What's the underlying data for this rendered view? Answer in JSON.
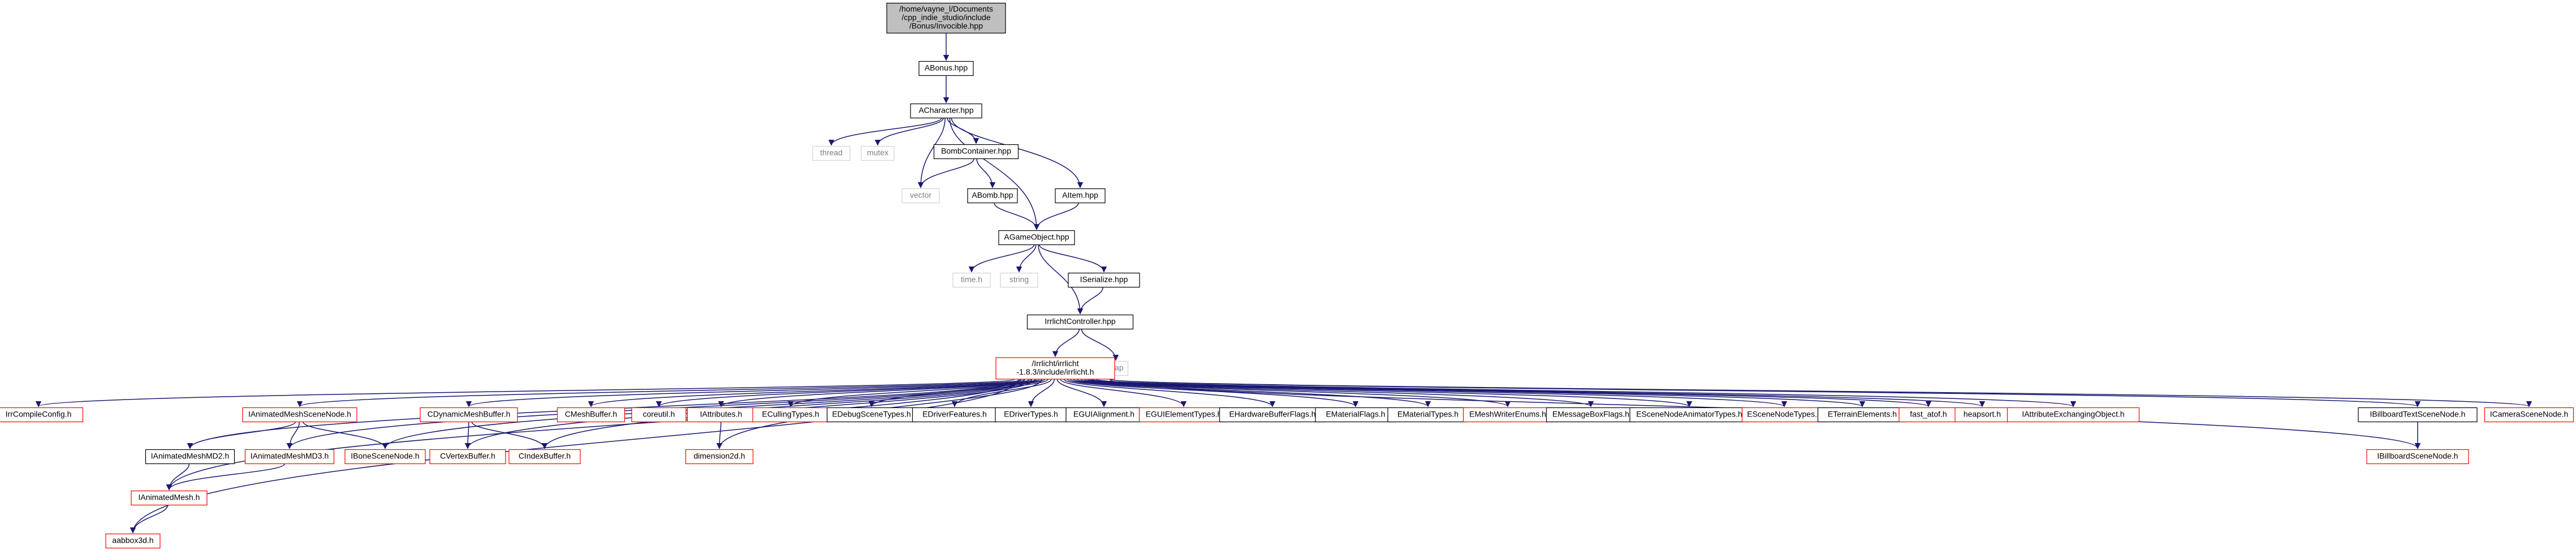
{
  "colors": {
    "edge": "#191970",
    "root_fill": "#bfbfbf",
    "box_border": "#000000",
    "missing_border": "#d3d3d3",
    "missing_text": "#7f7f7f",
    "red_border": "#ff0000",
    "text": "#000000"
  },
  "nodes": [
    {
      "id": "root",
      "lines": [
        "/home/vayne_l/Documents",
        "/cpp_indie_studio/include",
        "/Bonus/Invocible.hpp"
      ],
      "style": "root"
    },
    {
      "id": "abonus",
      "lines": [
        "ABonus.hpp"
      ],
      "style": "box"
    },
    {
      "id": "acharacter",
      "lines": [
        "ACharacter.hpp"
      ],
      "style": "box"
    },
    {
      "id": "thread",
      "lines": [
        "thread"
      ],
      "style": "missing"
    },
    {
      "id": "mutex",
      "lines": [
        "mutex"
      ],
      "style": "missing"
    },
    {
      "id": "bombcontainer",
      "lines": [
        "BombContainer.hpp"
      ],
      "style": "box"
    },
    {
      "id": "vector",
      "lines": [
        "vector"
      ],
      "style": "missing"
    },
    {
      "id": "abomb",
      "lines": [
        "ABomb.hpp"
      ],
      "style": "box"
    },
    {
      "id": "aitem",
      "lines": [
        "AItem.hpp"
      ],
      "style": "box"
    },
    {
      "id": "agameobject",
      "lines": [
        "AGameObject.hpp"
      ],
      "style": "box"
    },
    {
      "id": "timeh",
      "lines": [
        "time.h"
      ],
      "style": "missing"
    },
    {
      "id": "string",
      "lines": [
        "string"
      ],
      "style": "missing"
    },
    {
      "id": "iserialize",
      "lines": [
        "ISerialize.hpp"
      ],
      "style": "box"
    },
    {
      "id": "irrlichtcontroller",
      "lines": [
        "IrrlichtController.hpp"
      ],
      "style": "box"
    },
    {
      "id": "map",
      "lines": [
        "map"
      ],
      "style": "missing"
    },
    {
      "id": "irrlicht",
      "lines": [
        "/Irrlicht/irrlicht",
        "-1.8.3/include/irrlicht.h"
      ],
      "style": "red"
    },
    {
      "id": "irrcompileconfig",
      "lines": [
        "IrrCompileConfig.h"
      ],
      "style": "red"
    },
    {
      "id": "ianimatedmeshscenenode",
      "lines": [
        "IAnimatedMeshSceneNode.h"
      ],
      "style": "red"
    },
    {
      "id": "cdynamicmeshbuffer",
      "lines": [
        "CDynamicMeshBuffer.h"
      ],
      "style": "red"
    },
    {
      "id": "cmeshbuffer",
      "lines": [
        "CMeshBuffer.h"
      ],
      "style": "red"
    },
    {
      "id": "coreutil",
      "lines": [
        "coreutil.h"
      ],
      "style": "red"
    },
    {
      "id": "iattributes",
      "lines": [
        "IAttributes.h"
      ],
      "style": "red"
    },
    {
      "id": "ecullingtypes",
      "lines": [
        "ECullingTypes.h"
      ],
      "style": "red"
    },
    {
      "id": "edebugscenetypes",
      "lines": [
        "EDebugSceneTypes.h"
      ],
      "style": "box"
    },
    {
      "id": "edriverfeatures",
      "lines": [
        "EDriverFeatures.h"
      ],
      "style": "box"
    },
    {
      "id": "edrivertypes",
      "lines": [
        "EDriverTypes.h"
      ],
      "style": "box"
    },
    {
      "id": "eguialignment",
      "lines": [
        "EGUIAlignment.h"
      ],
      "style": "box"
    },
    {
      "id": "eguielementtypes",
      "lines": [
        "EGUIElementTypes.h"
      ],
      "style": "red"
    },
    {
      "id": "ehardwarebufferflags",
      "lines": [
        "EHardwareBufferFlags.h"
      ],
      "style": "box"
    },
    {
      "id": "ematerialflags",
      "lines": [
        "EMaterialFlags.h"
      ],
      "style": "box"
    },
    {
      "id": "ematerialtypes",
      "lines": [
        "EMaterialTypes.h"
      ],
      "style": "box"
    },
    {
      "id": "emeshwriterenums",
      "lines": [
        "EMeshWriterEnums.h"
      ],
      "style": "red"
    },
    {
      "id": "emessageboxflags",
      "lines": [
        "EMessageBoxFlags.h"
      ],
      "style": "box"
    },
    {
      "id": "escenenodeanimatortypes",
      "lines": [
        "ESceneNodeAnimatorTypes.h"
      ],
      "style": "box"
    },
    {
      "id": "escenenodetypes",
      "lines": [
        "ESceneNodeTypes.h"
      ],
      "style": "red"
    },
    {
      "id": "eterrainelements",
      "lines": [
        "ETerrainElements.h"
      ],
      "style": "box"
    },
    {
      "id": "fastatof",
      "lines": [
        "fast_atof.h"
      ],
      "style": "red"
    },
    {
      "id": "heapsort",
      "lines": [
        "heapsort.h"
      ],
      "style": "red"
    },
    {
      "id": "iattributeexchangingobject",
      "lines": [
        "IAttributeExchangingObject.h"
      ],
      "style": "red"
    },
    {
      "id": "ibillboardtextscenenode",
      "lines": [
        "IBillboardTextSceneNode.h"
      ],
      "style": "box"
    },
    {
      "id": "icamerascenenode",
      "lines": [
        "ICameraSceneNode.h"
      ],
      "style": "red"
    },
    {
      "id": "ianimatedmeshmd2",
      "lines": [
        "IAnimatedMeshMD2.h"
      ],
      "style": "box"
    },
    {
      "id": "ianimatedmeshmd3",
      "lines": [
        "IAnimatedMeshMD3.h"
      ],
      "style": "red"
    },
    {
      "id": "ibonescenenode",
      "lines": [
        "IBoneSceneNode.h"
      ],
      "style": "red"
    },
    {
      "id": "cvertexbuffer",
      "lines": [
        "CVertexBuffer.h"
      ],
      "style": "red"
    },
    {
      "id": "cindexbuffer",
      "lines": [
        "CIndexBuffer.h"
      ],
      "style": "red"
    },
    {
      "id": "dimension2d",
      "lines": [
        "dimension2d.h"
      ],
      "style": "red"
    },
    {
      "id": "ibillboardscenenode",
      "lines": [
        "IBillboardSceneNode.h"
      ],
      "style": "red"
    },
    {
      "id": "ianimatedmesh",
      "lines": [
        "IAnimatedMesh.h"
      ],
      "style": "red"
    },
    {
      "id": "aabbox3d",
      "lines": [
        "aabbox3d.h"
      ],
      "style": "red"
    }
  ]
}
